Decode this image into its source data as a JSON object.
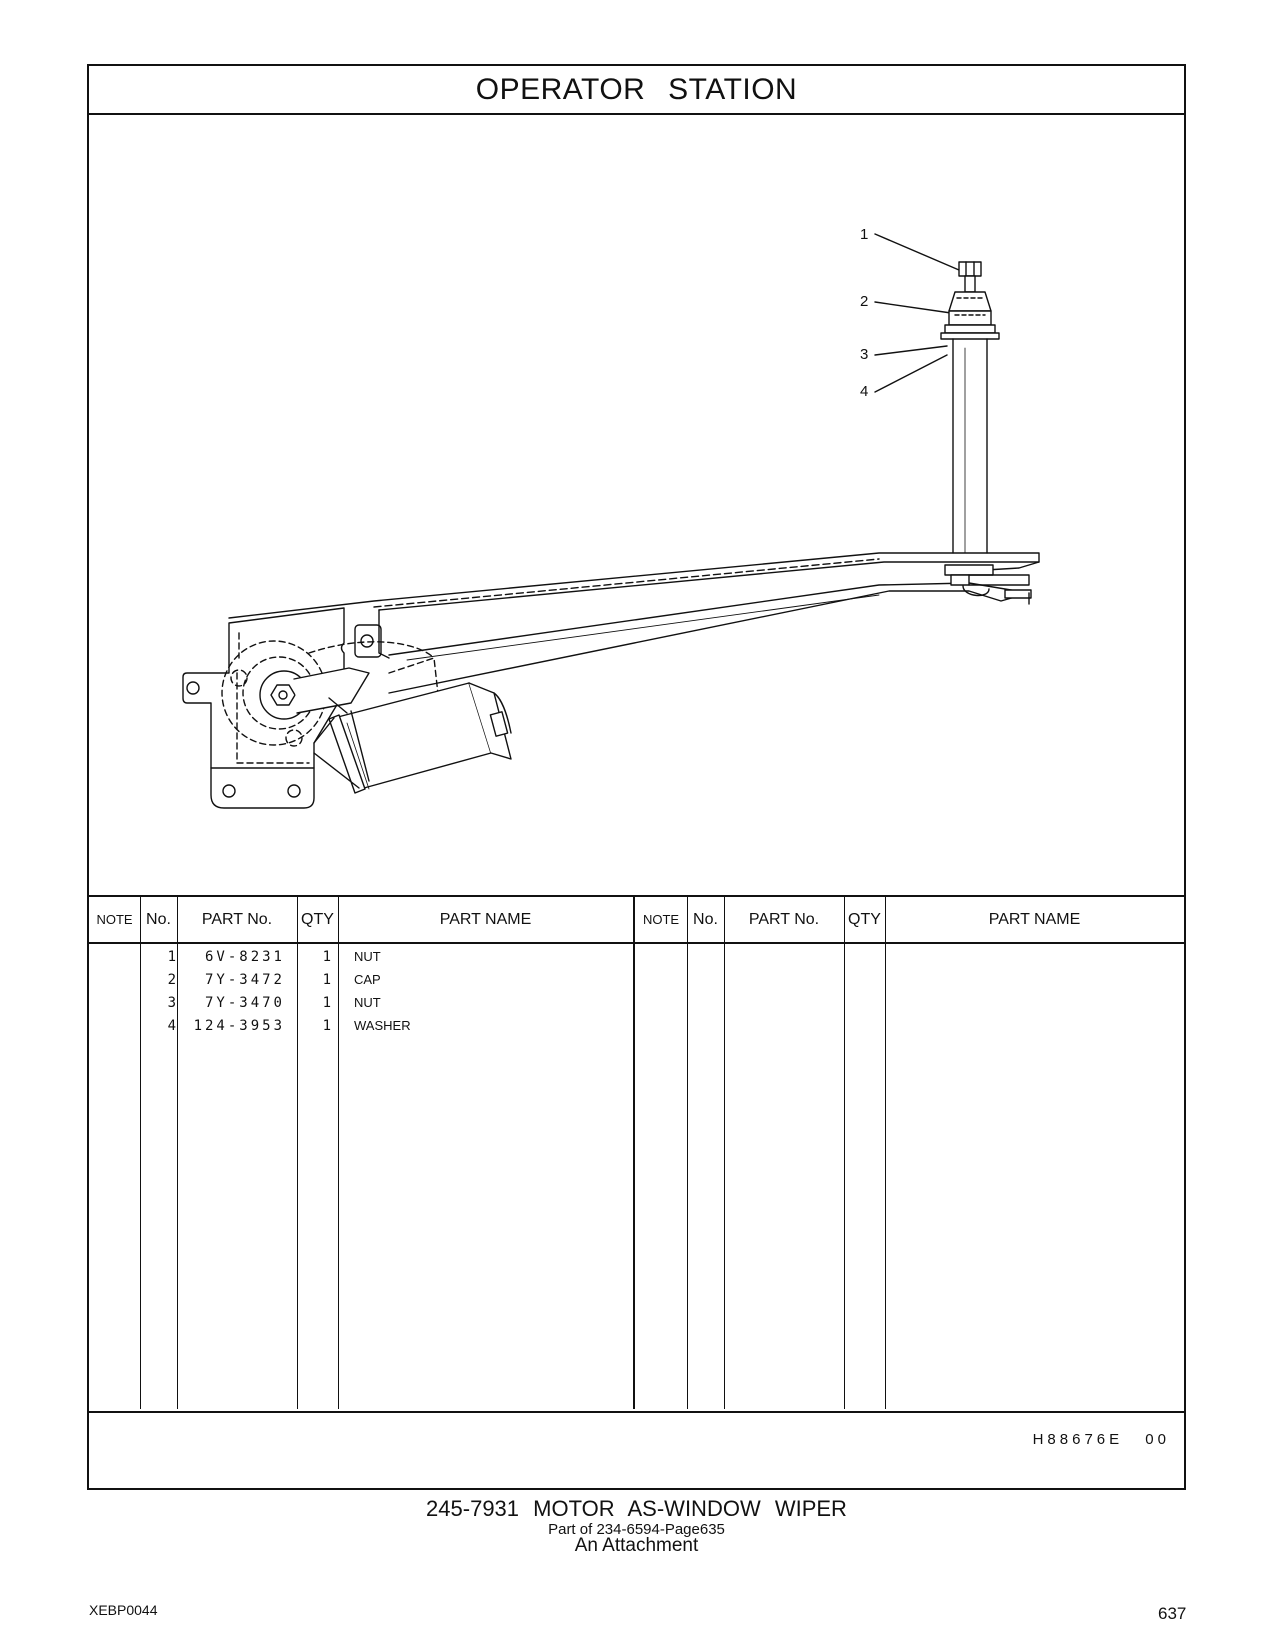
{
  "section_title": "OPERATOR   STATION",
  "callouts": [
    "1",
    "2",
    "3",
    "4"
  ],
  "table": {
    "headers": {
      "note": "NOTE",
      "no": "No.",
      "part_no": "PART No.",
      "qty": "QTY",
      "part_name": "PART NAME"
    },
    "rows": [
      {
        "no": "1",
        "part_no": "6V-8231",
        "qty": "1",
        "name": "NUT"
      },
      {
        "no": "2",
        "part_no": "7Y-3472",
        "qty": "1",
        "name": "CAP"
      },
      {
        "no": "3",
        "part_no": "7Y-3470",
        "qty": "1",
        "name": "NUT"
      },
      {
        "no": "4",
        "part_no": "124-3953",
        "qty": "1",
        "name": "WASHER"
      }
    ]
  },
  "illustration_ref": "H88676E   00",
  "caption": {
    "assembly": "245-7931   MOTOR  AS-WINDOW  WIPER",
    "part_of": "Part of 234-6594-Page635",
    "attachment": "An Attachment"
  },
  "footer": {
    "doc_id": "XEBP0044",
    "page_number": "637"
  }
}
